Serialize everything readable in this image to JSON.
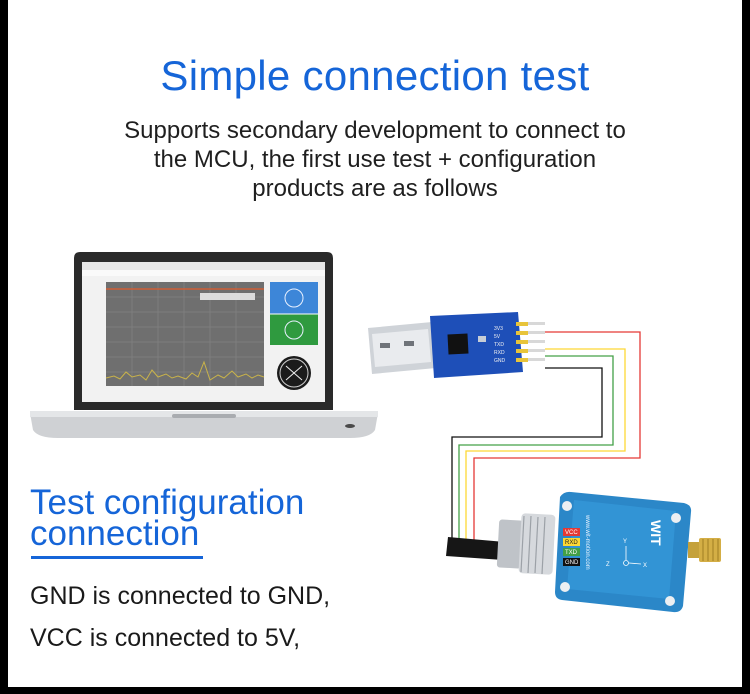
{
  "heading": {
    "title": "Simple connection test"
  },
  "intro": {
    "line1": "Supports secondary development to connect to",
    "line2": "the MCU, the first use test + configuration",
    "line3": "products are as follows"
  },
  "section": {
    "line1": "Test configuration",
    "line2": "connection"
  },
  "notes": {
    "gnd": "GND is connected to GND,",
    "vcc": "VCC is connected to 5V,"
  },
  "sensor": {
    "pins": [
      "VCC",
      "RXD",
      "TXD",
      "GND"
    ],
    "pin_colors": [
      "#e53935",
      "#fdd835",
      "#43a047",
      "#111111"
    ],
    "url": "www.wit-motion.com",
    "brand": "WIT",
    "axis_labels": [
      "Z",
      "Y",
      "X"
    ]
  },
  "colors": {
    "accent": "#1565d8",
    "sensor_body": "#2b87c8",
    "board": "#1e4fb8"
  }
}
